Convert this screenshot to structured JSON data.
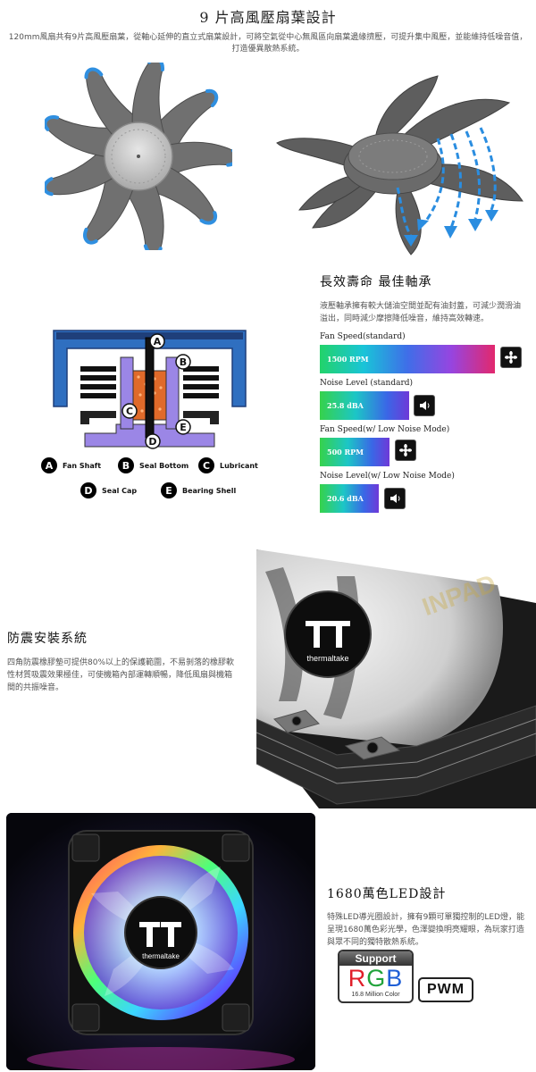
{
  "section_blades": {
    "title": "9 片高風壓扇葉設計",
    "description": "120mm風扇共有9片高風壓扇葉，從軸心延伸的直立式扇葉設計，可將空氣從中心無風區向扇葉邊緣擠壓，可提升集中風壓，並能維持低噪音值，打造優異散熱系統。"
  },
  "section_bearing": {
    "title": "長效壽命 最佳軸承",
    "description": "液壓軸承擁有較大儲油空間並配有油封蓋，可減少潤滑油溢出，同時減少摩擦降低噪音，維持高效轉速。",
    "diagram_letters": [
      "A",
      "B",
      "C",
      "D",
      "E"
    ],
    "legend": [
      {
        "letter": "A",
        "label": "Fan Shaft"
      },
      {
        "letter": "B",
        "label": "Seal Bottom"
      },
      {
        "letter": "C",
        "label": "Lubricant"
      },
      {
        "letter": "D",
        "label": "Seal Cap"
      },
      {
        "letter": "E",
        "label": "Bearing Shell"
      }
    ],
    "metrics": [
      {
        "label": "Fan Speed(standard)",
        "value": "1500 RPM",
        "icon": "fan-icon"
      },
      {
        "label": "Noise Level (standard)",
        "value": "25.8 dBA",
        "icon": "speaker-icon"
      },
      {
        "label": "Fan Speed(w/ Low Noise Mode)",
        "value": "500 RPM",
        "icon": "fan-icon"
      },
      {
        "label": "Noise Level(w/ Low Noise Mode)",
        "value": "20.6 dBA",
        "icon": "speaker-icon"
      }
    ]
  },
  "section_antivibration": {
    "title": "防震安裝系統",
    "description": "四角防震橡膠墊可提供80%以上的保護範圍，不易剝落的橡膠軟性材質吸震效果極佳，可使機箱內部運轉順暢，降低風扇與機箱間的共振噪音。",
    "brand": "thermaltake",
    "watermark": "INPAD"
  },
  "section_led": {
    "title": "1680萬色LED設計",
    "description": "特殊LED導光圈設計，擁有9顆可單獨控制的LED燈，能呈現1680萬色彩光學，色澤變換明亮耀眼，為玩家打造與眾不同的獨特散熱系統。",
    "brand": "thermaltake",
    "support_badge": {
      "top": "Support",
      "letters": [
        "R",
        "G",
        "B"
      ],
      "sub": "16.8 Million Color"
    },
    "pwm_badge": "PWM"
  },
  "colors": {
    "blade_gray": "#6d6d6d",
    "blade_edge_blue": "#2f8fe0",
    "bearing_frame_blue": "#2f6fc0",
    "bearing_purple": "#9b86e6",
    "bearing_lubricant": "#e06a2a",
    "rgb_red": "#e01f2a",
    "rgb_green": "#20a33a",
    "rgb_blue": "#1f5fd6"
  }
}
